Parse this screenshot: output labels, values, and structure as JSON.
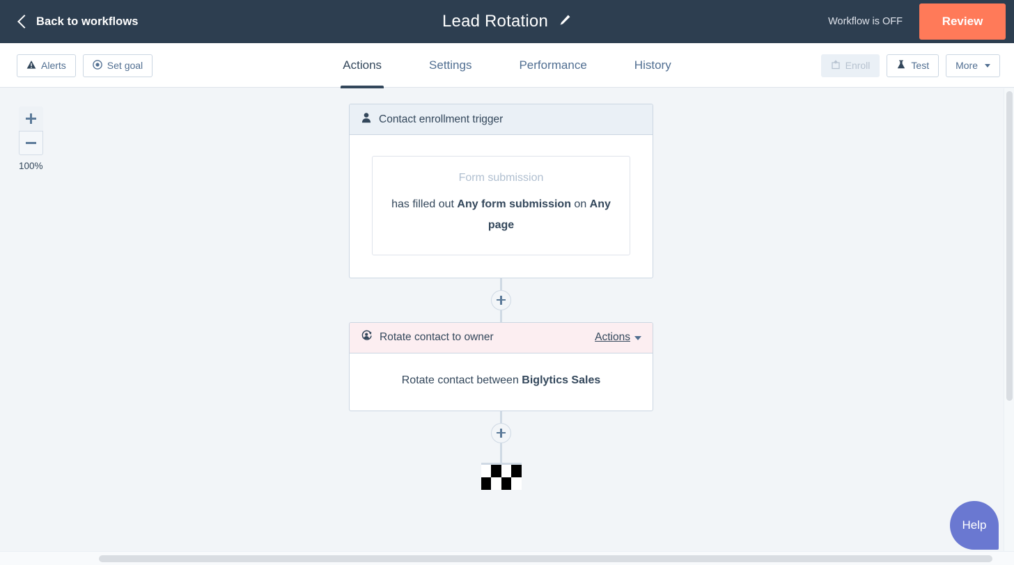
{
  "topbar": {
    "back_label": "Back to workflows",
    "back_icon": "chevron-left-icon",
    "title": "Lead Rotation",
    "edit_icon": "pencil-icon",
    "status_text": "Workflow is OFF",
    "review_label": "Review",
    "review_color": "#ff7a59",
    "background": "#2d3e50"
  },
  "toolbar": {
    "left_buttons": [
      {
        "label": "Alerts",
        "icon": "warning-triangle-icon",
        "disabled": false
      },
      {
        "label": "Set goal",
        "icon": "target-icon",
        "disabled": false
      }
    ],
    "right_buttons": [
      {
        "label": "Enroll",
        "icon": "enroll-icon",
        "disabled": true
      },
      {
        "label": "Test",
        "icon": "flask-icon",
        "disabled": false
      },
      {
        "label": "More",
        "icon": "caret-down-icon",
        "disabled": false
      }
    ],
    "tabs": [
      {
        "label": "Actions",
        "active": true
      },
      {
        "label": "Settings",
        "active": false
      },
      {
        "label": "Performance",
        "active": false
      },
      {
        "label": "History",
        "active": false
      }
    ]
  },
  "canvas": {
    "background": "#f2f5f8",
    "zoom": {
      "zoom_in_icon": "plus-icon",
      "zoom_out_icon": "minus-icon",
      "level_label": "100%"
    },
    "trigger_card": {
      "header_icon": "contact-person-icon",
      "header_title": "Contact enrollment trigger",
      "header_color": "#eaf0f6",
      "kicker": "Form submission",
      "desc_prefix": "has filled out ",
      "desc_bold_1": "Any form submission",
      "desc_middle": " on ",
      "desc_bold_2": "Any page"
    },
    "action_card": {
      "header_icon": "rotate-contact-icon",
      "header_title": "Rotate contact to owner",
      "header_color": "#fceef1",
      "menu_label": "Actions",
      "menu_icon": "caret-down-icon",
      "body_prefix": "Rotate contact between ",
      "body_bold": "Biglytics Sales"
    },
    "connector_icon": "plus-circle-icon",
    "end_flag_icon": "checkered-flag-icon"
  },
  "help": {
    "label": "Help",
    "color": "#6a78d1"
  }
}
